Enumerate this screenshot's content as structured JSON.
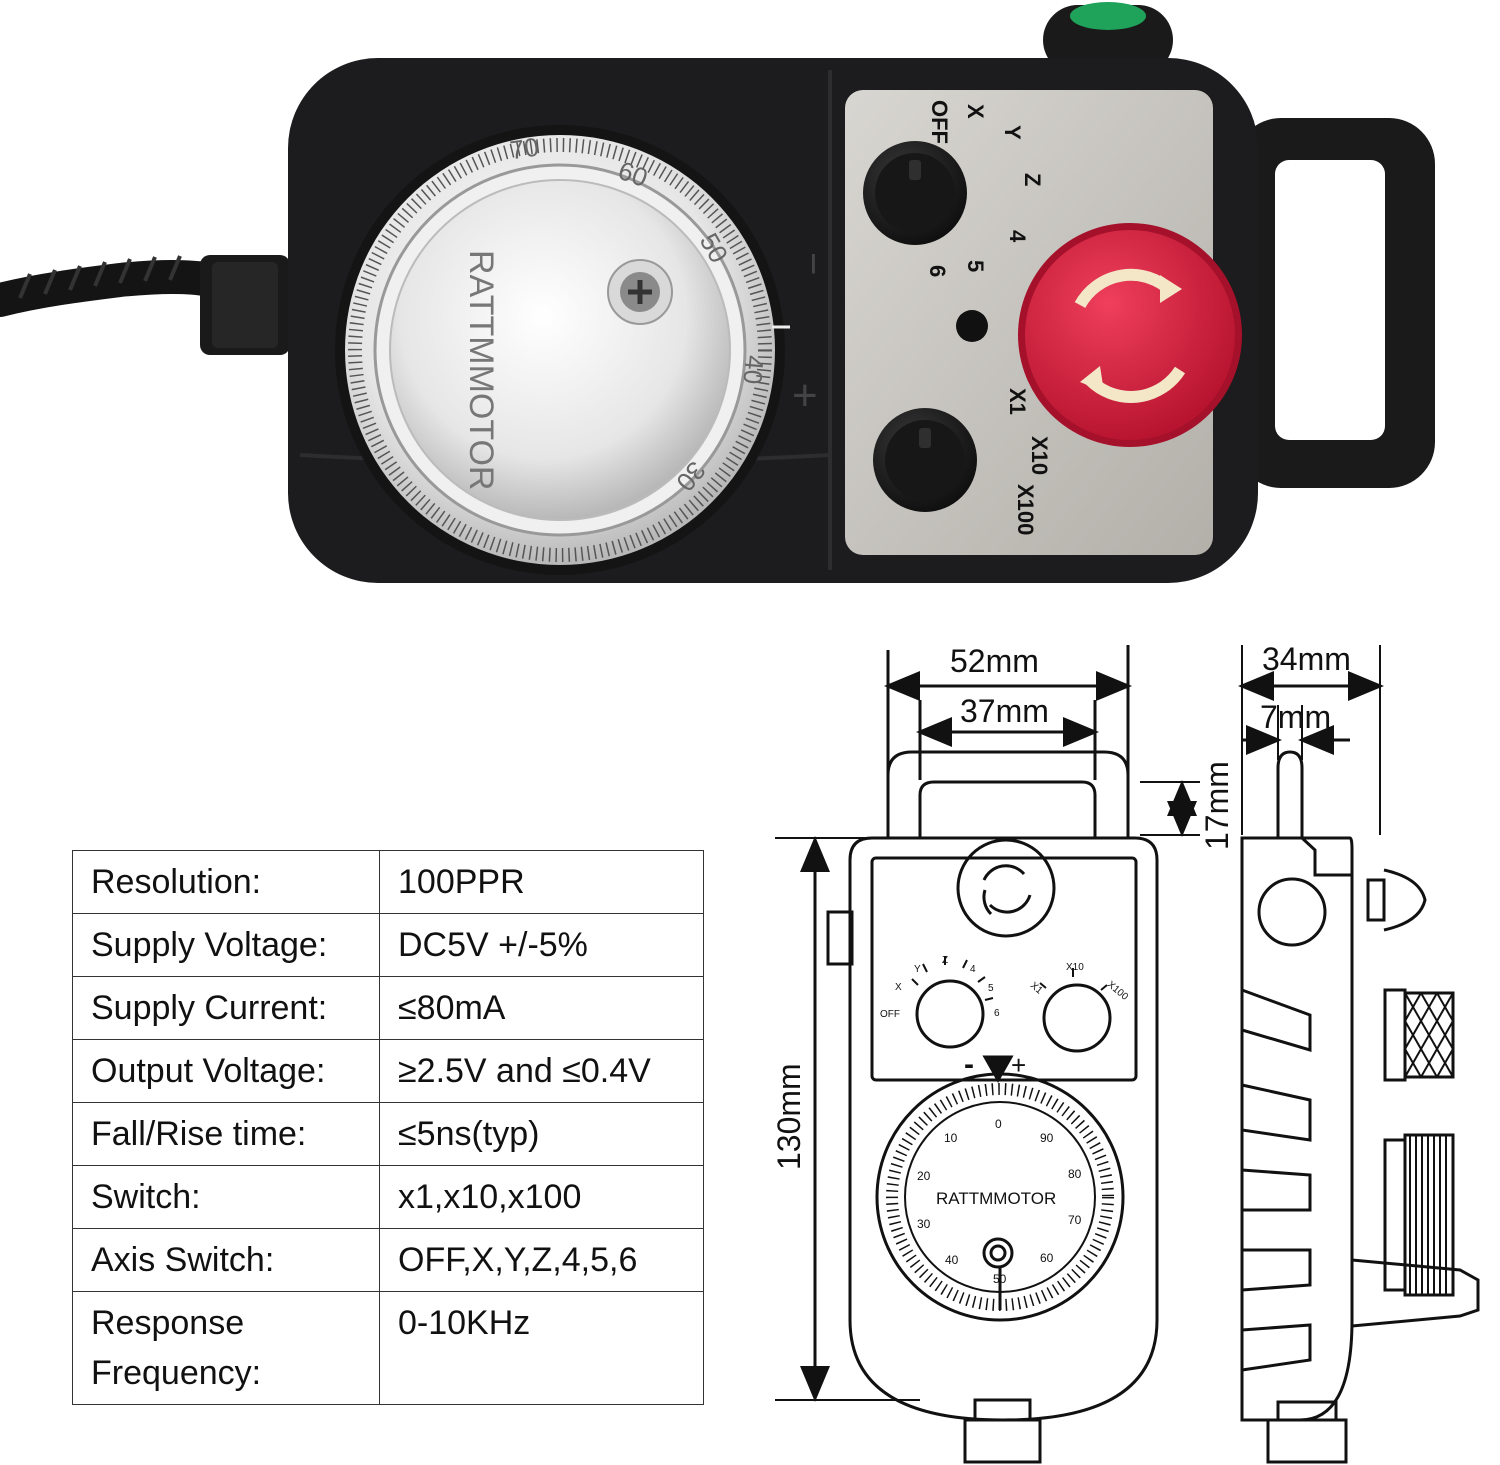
{
  "product": {
    "brand": "RATTMMOTOR",
    "dial_numbers": [
      "70",
      "60",
      "50",
      "40",
      "30"
    ],
    "dial_signs": {
      "minus": "−",
      "plus": "+"
    },
    "axis_switch_labels": [
      "OFF",
      "X",
      "Y",
      "Z",
      "4",
      "5",
      "6"
    ],
    "multiplier_labels": [
      "X1",
      "X10",
      "X100"
    ],
    "colors": {
      "housing": "#1c1c1e",
      "plate": "#c9c6c0",
      "estop": "#d81b3c",
      "led_button": "#1fa35a"
    }
  },
  "dimensions": {
    "width_outer": "52mm",
    "width_inner": "37mm",
    "depth": "34mm",
    "handle_thickness": "7mm",
    "handle_height": "17mm",
    "height": "130mm"
  },
  "drawing": {
    "brand": "RATTMMOTOR",
    "axis_labels": [
      "OFF",
      "X",
      "Y",
      "Z",
      "4",
      "5",
      "6"
    ],
    "multiplier_labels": [
      "X1",
      "X10",
      "X100"
    ],
    "sign_minus": "-",
    "sign_plus": "+",
    "dial_numbers": [
      "0",
      "90",
      "80",
      "70",
      "60",
      "50",
      "40",
      "30",
      "20",
      "10"
    ]
  },
  "specs": [
    {
      "label": "Resolution:",
      "value": "100PPR"
    },
    {
      "label": "Supply Voltage:",
      "value": "DC5V +/-5%"
    },
    {
      "label": "Supply Current:",
      "value": "≤80mA"
    },
    {
      "label": "Output Voltage:",
      "value": "≥2.5V and ≤0.4V"
    },
    {
      "label": "Fall/Rise time:",
      "value": "≤5ns(typ)"
    },
    {
      "label": "Switch:",
      "value": "x1,x10,x100"
    },
    {
      "label": "Axis Switch:",
      "value": "OFF,X,Y,Z,4,5,6"
    },
    {
      "label": "Response Frequency:",
      "value": "0-10KHz"
    }
  ]
}
